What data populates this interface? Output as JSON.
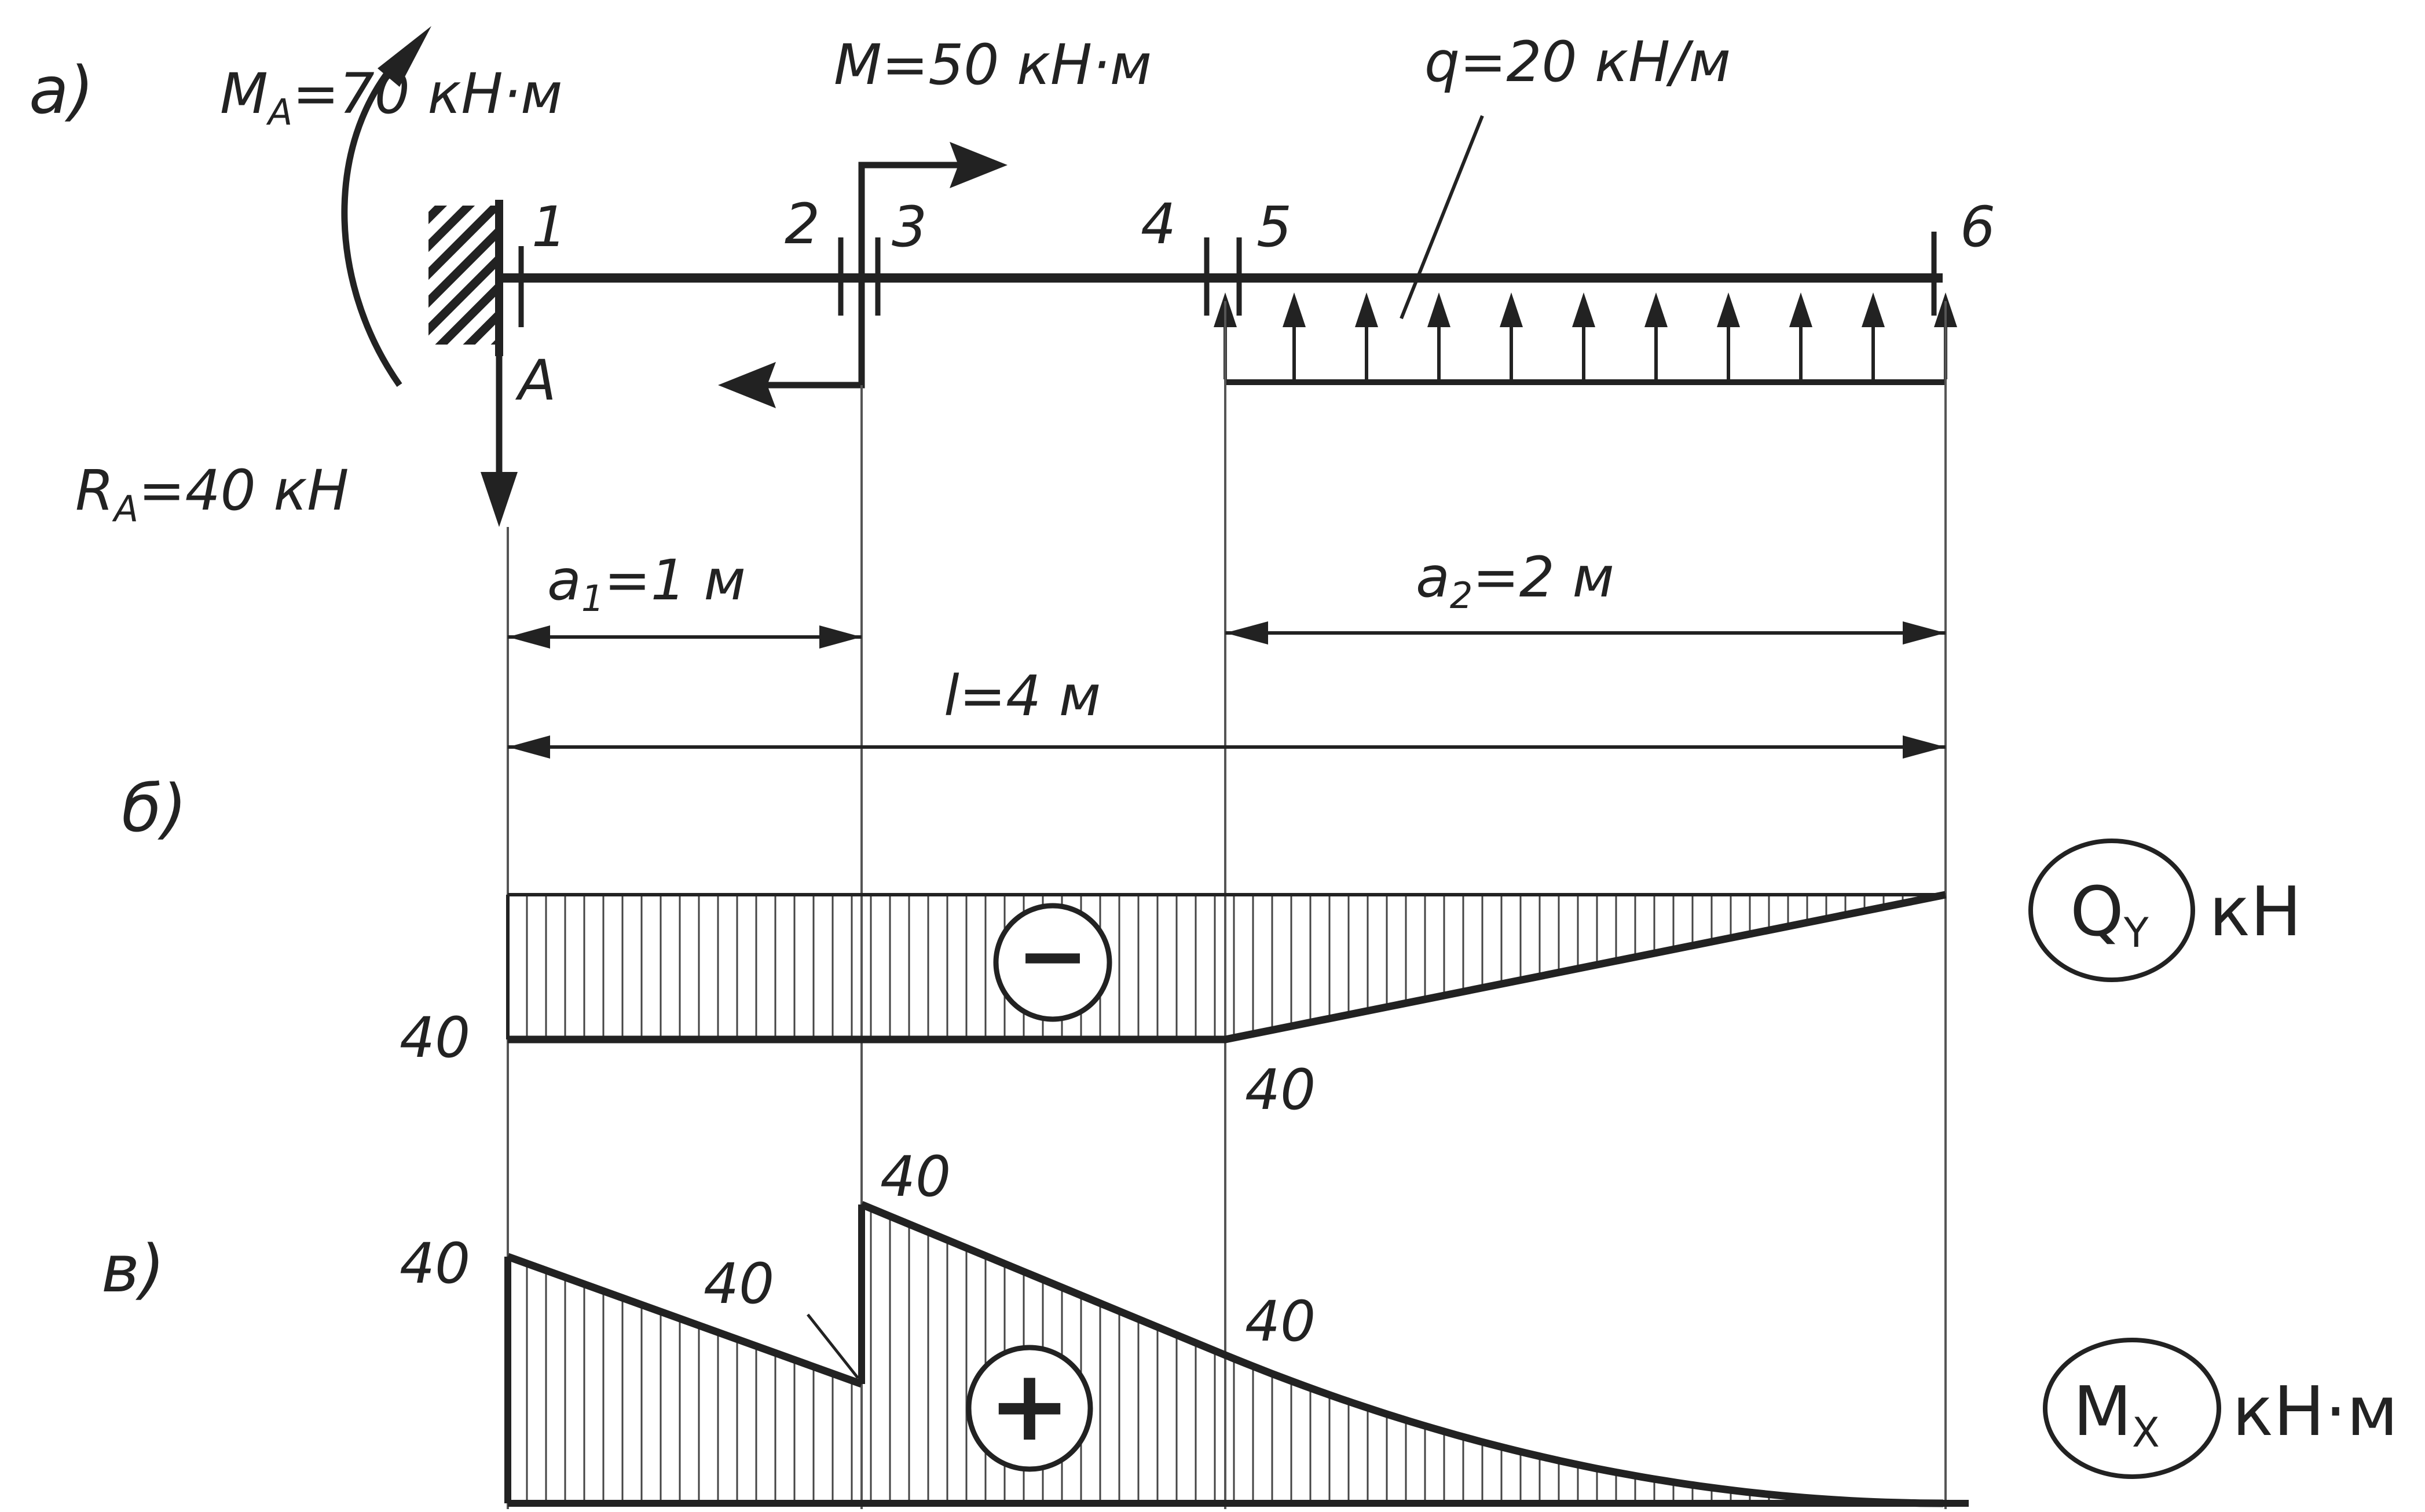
{
  "panel_labels": {
    "a": "а)",
    "b": "б)",
    "c": "в)"
  },
  "loads": {
    "support_moment": {
      "symbol": "M",
      "sub": "A",
      "value": "=70 кН·м"
    },
    "moment": "M=50 кН·м",
    "distributed": "q=20 кН/м",
    "reaction": {
      "symbol": "R",
      "sub": "A",
      "value": "=40 кН"
    }
  },
  "support_label": "A",
  "sections": [
    "1",
    "2",
    "3",
    "4",
    "5",
    "6"
  ],
  "dimensions": {
    "a1": {
      "symbol": "a",
      "sub": "1",
      "value": "=1 м"
    },
    "a2": {
      "symbol": "a",
      "sub": "2",
      "value": "=2 м"
    },
    "l": "l=4 м"
  },
  "shear_diagram": {
    "symbol": "Q",
    "sub": "Y",
    "unit": "кН",
    "sign": "−",
    "values": {
      "left": "40",
      "at4": "40"
    }
  },
  "moment_diagram": {
    "symbol": "M",
    "sub": "X",
    "unit": "кН·м",
    "sign": "+",
    "values": {
      "left": "40",
      "at2": "40",
      "at3": "40",
      "at4": "40"
    }
  }
}
